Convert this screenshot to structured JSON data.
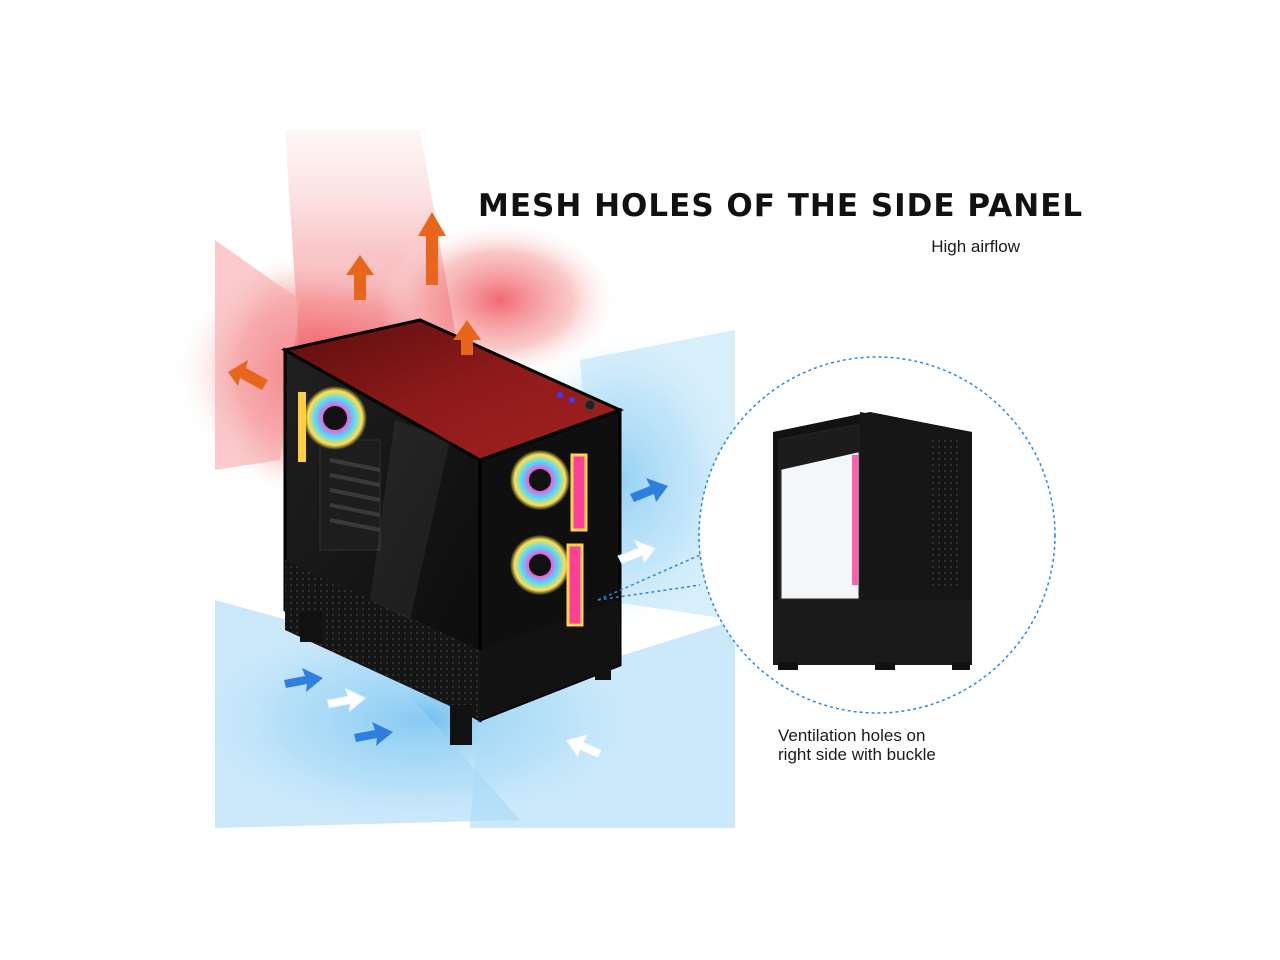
{
  "headline": "MESH HOLES OF THE SIDE PANEL",
  "subheadline": "High airflow",
  "caption": {
    "line1": "Ventilation holes on",
    "line2": "right side with buckle"
  },
  "colors": {
    "hot_air": "#f26a6a",
    "cool_air": "#6fc3f0",
    "exhaust_arrow": "#e8661c",
    "intake_arrow_blue": "#2f7fe0",
    "intake_arrow_white": "#ffffff",
    "case_body": "#141414",
    "top_glass": "#7a1414",
    "callout_circle": "#2a8ad8"
  },
  "icons": {
    "exhaust": "arrow-up-icon",
    "intake": "arrow-right-icon",
    "fan": "rgb-fan-icon"
  }
}
